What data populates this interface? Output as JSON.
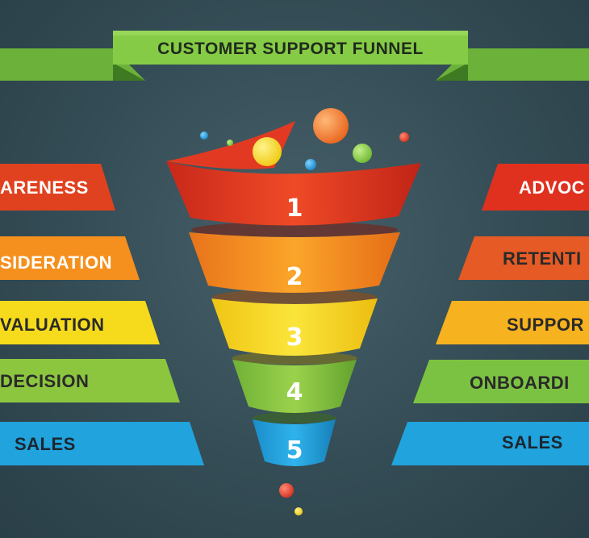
{
  "title": "CUSTOMER SUPPORT FUNNEL",
  "colors": {
    "background": "#344c55",
    "ribbon": "#7cc242",
    "ribbon_dark": "#4f8f2c",
    "red": "#e0311f",
    "orange": "#f5901e",
    "yellow": "#f6db1c",
    "green": "#8cc63f",
    "blue": "#21a3dd",
    "text_dark": "#2a2a2a",
    "text_light": "#ffffff"
  },
  "stage_numbers": [
    "1",
    "2",
    "3",
    "4",
    "5"
  ],
  "left_labels": [
    "ARENESS",
    "SIDERATION",
    "VALUATION",
    "DECISION",
    "SALES"
  ],
  "right_labels": [
    "ADVOC",
    "RETENTI",
    "SUPPOR",
    "ONBOARDI",
    "SALES"
  ]
}
